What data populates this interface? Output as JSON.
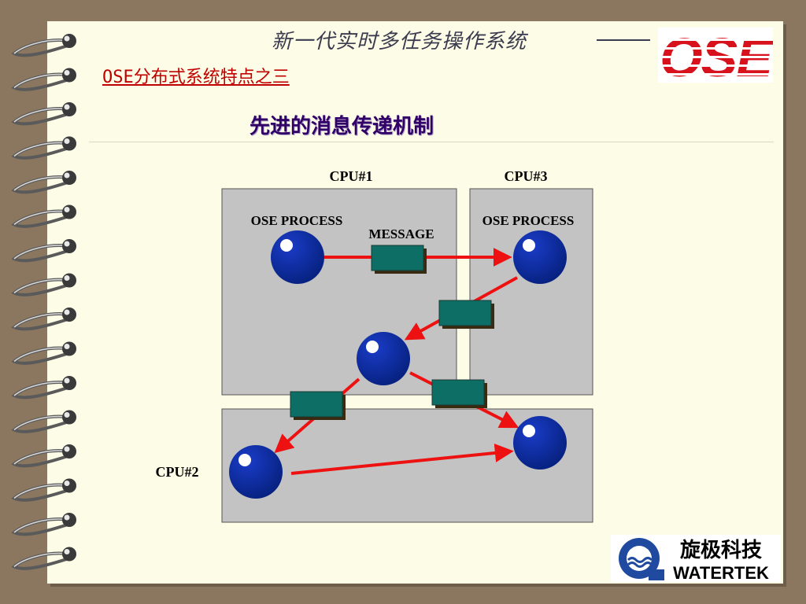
{
  "header": {
    "title": "新一代实时多任务操作系统",
    "logo_text": "OSE"
  },
  "subtitle": "OSE分布式系统特点之三",
  "section_title": "先进的消息传递机制",
  "diagram": {
    "cpu1_label": "CPU#1",
    "cpu3_label": "CPU#3",
    "cpu2_label": "CPU#2",
    "process_label_left": "OSE PROCESS",
    "process_label_right": "OSE PROCESS",
    "message_label": "MESSAGE"
  },
  "footer": {
    "company_cn": "旋极科技",
    "company_en": "WATERTEK"
  },
  "colors": {
    "process": "#0a2a9c",
    "message": "#0c6e64",
    "arrow": "#ee1111",
    "cpu_box": "#c3c3c3",
    "brand_red": "#d8121c",
    "brand_blue": "#1f4aa0"
  }
}
